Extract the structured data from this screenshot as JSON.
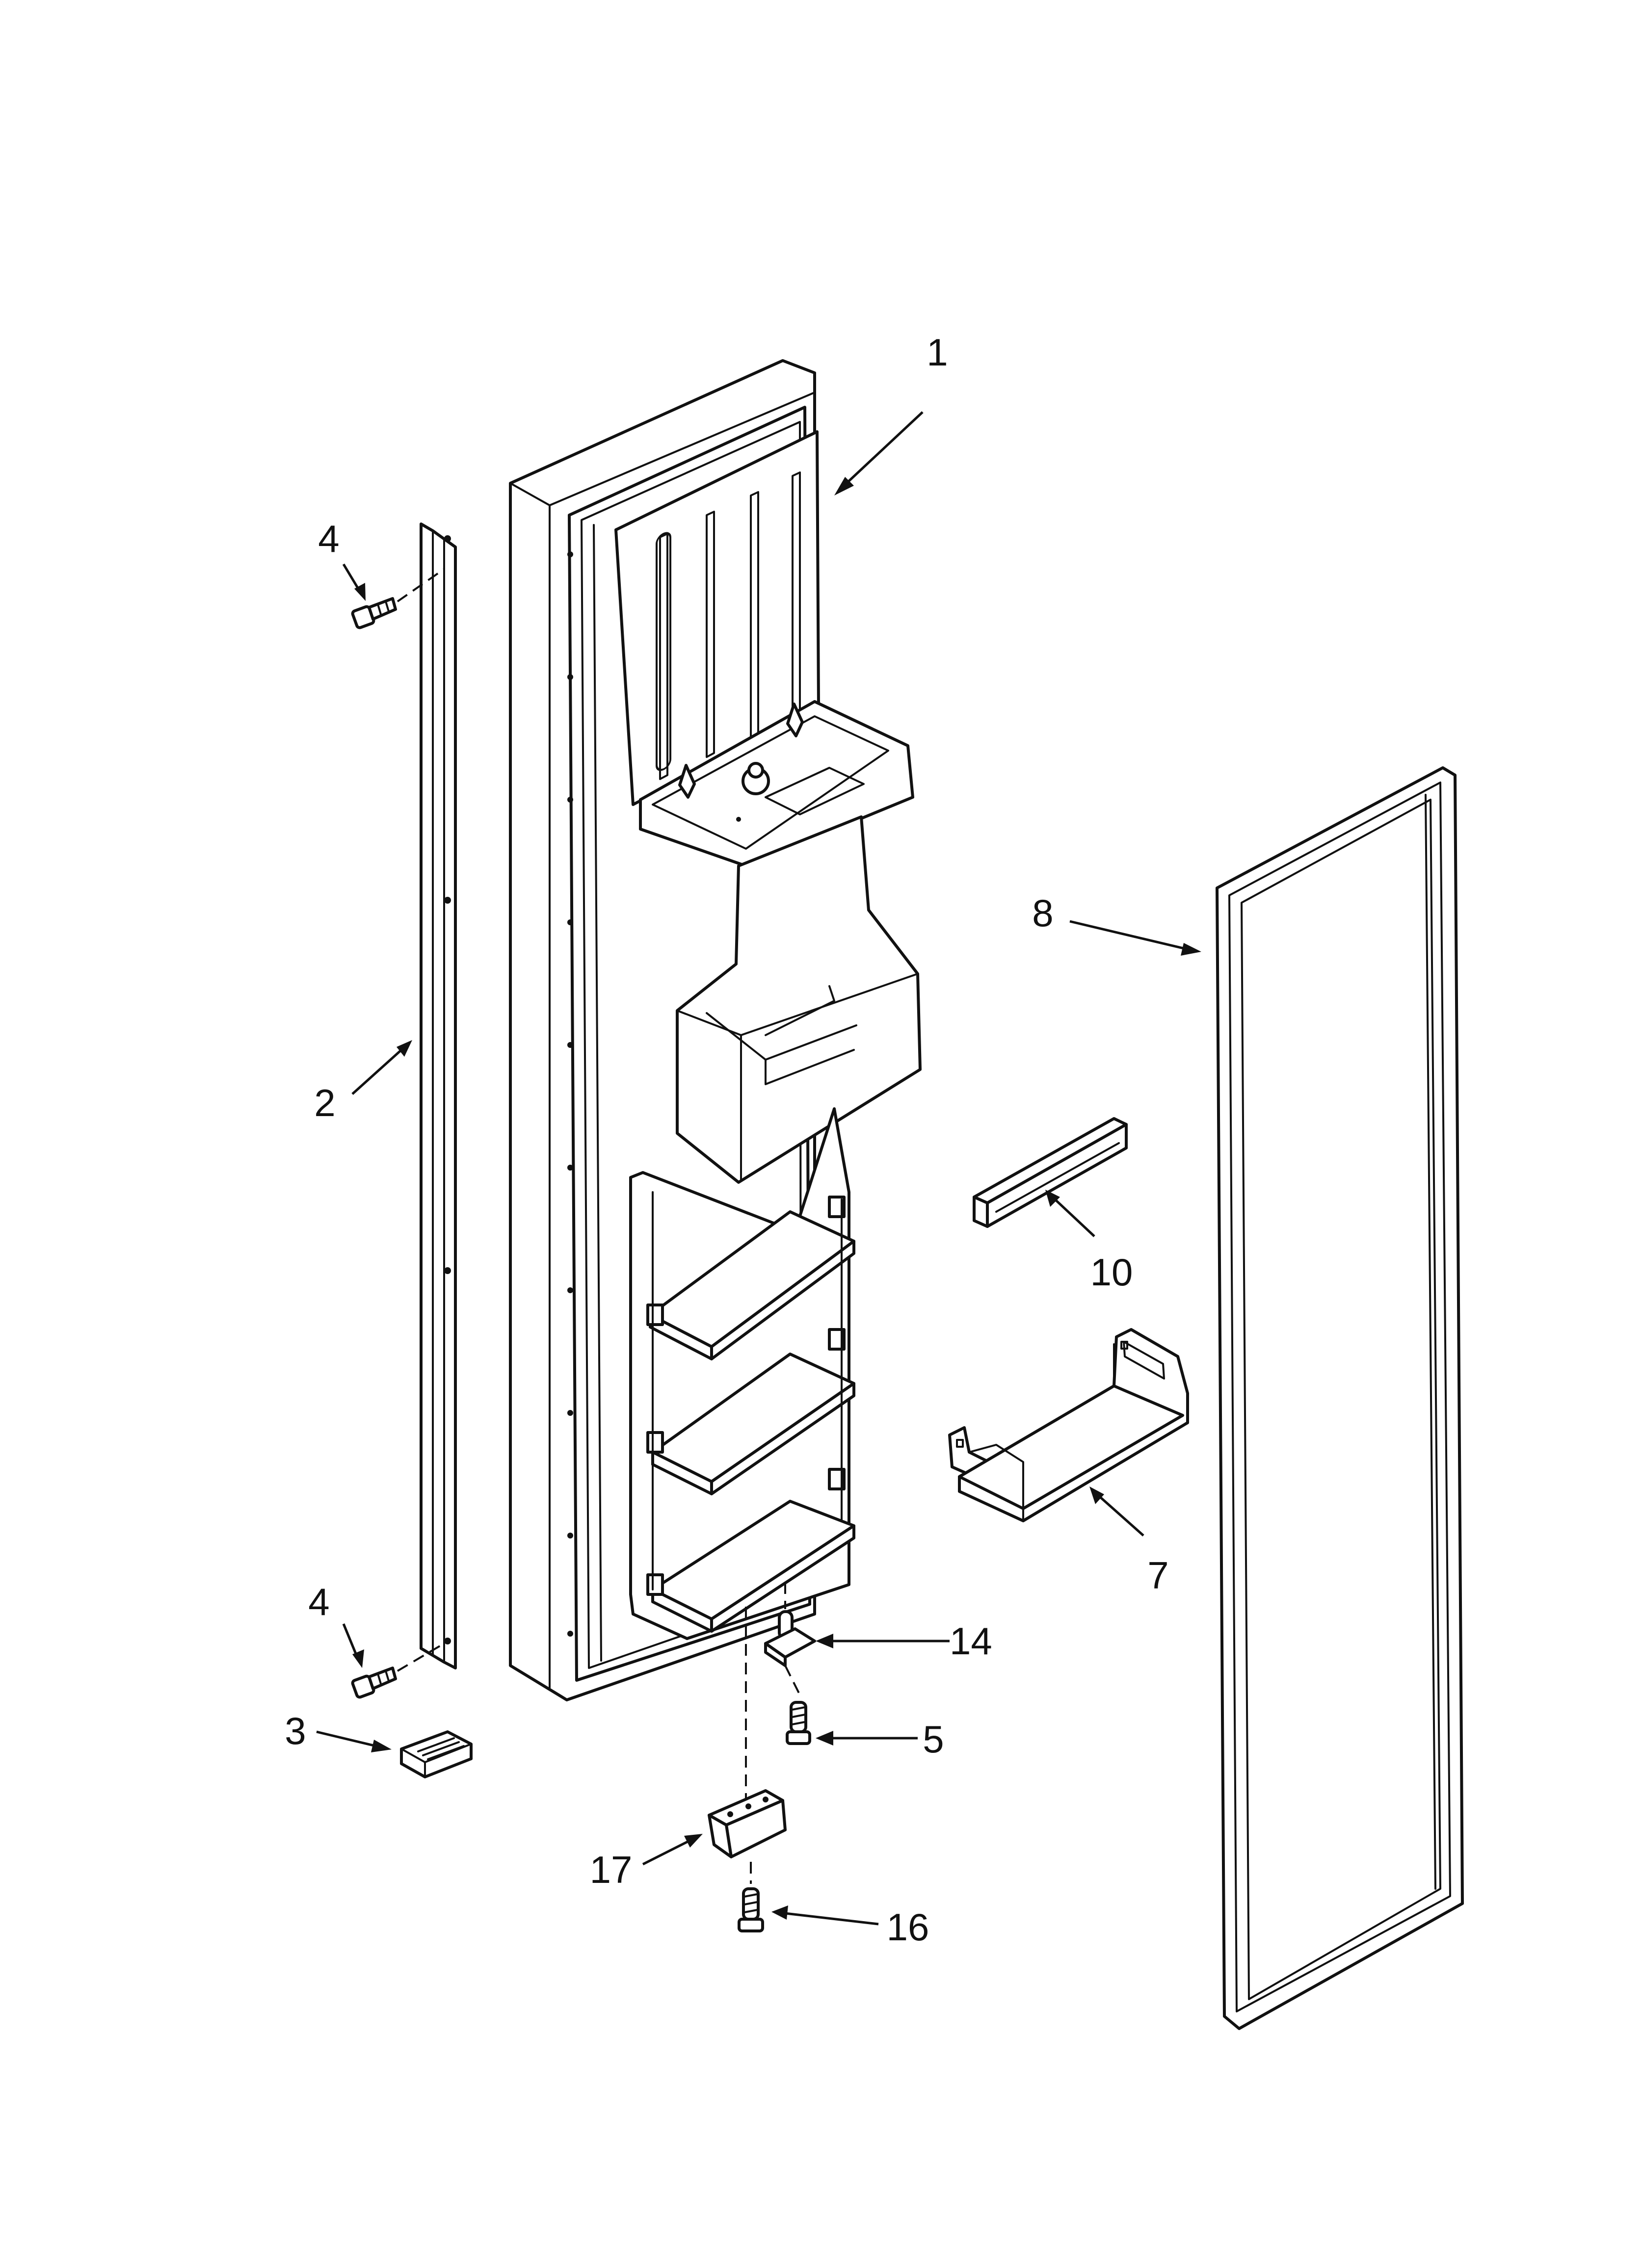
{
  "callouts": {
    "c1": "1",
    "c2": "2",
    "c3": "3",
    "c4_top": "4",
    "c4_bottom": "4",
    "c5": "5",
    "c7": "7",
    "c8": "8",
    "c10": "10",
    "c14": "14",
    "c16": "16",
    "c17": "17"
  }
}
